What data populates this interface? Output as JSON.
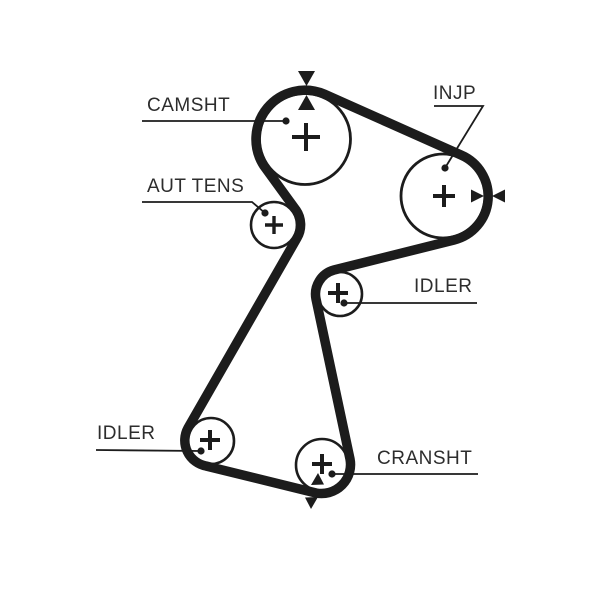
{
  "diagram": {
    "background": "#ffffff",
    "ink_color": "#1c1c1c",
    "label_color": "#2d2d2d",
    "labels": {
      "camshaft": "CAMSHT",
      "injection_pump": "INJP",
      "auto_tensioner": "AUT TENS",
      "idler_upper": "IDLER",
      "idler_lower": "IDLER",
      "crankshaft": "CRANSHT"
    },
    "icons": {
      "pulley_center": "plus-mark",
      "timing_mark": "filled-triangle",
      "leader_end": "dot"
    }
  }
}
